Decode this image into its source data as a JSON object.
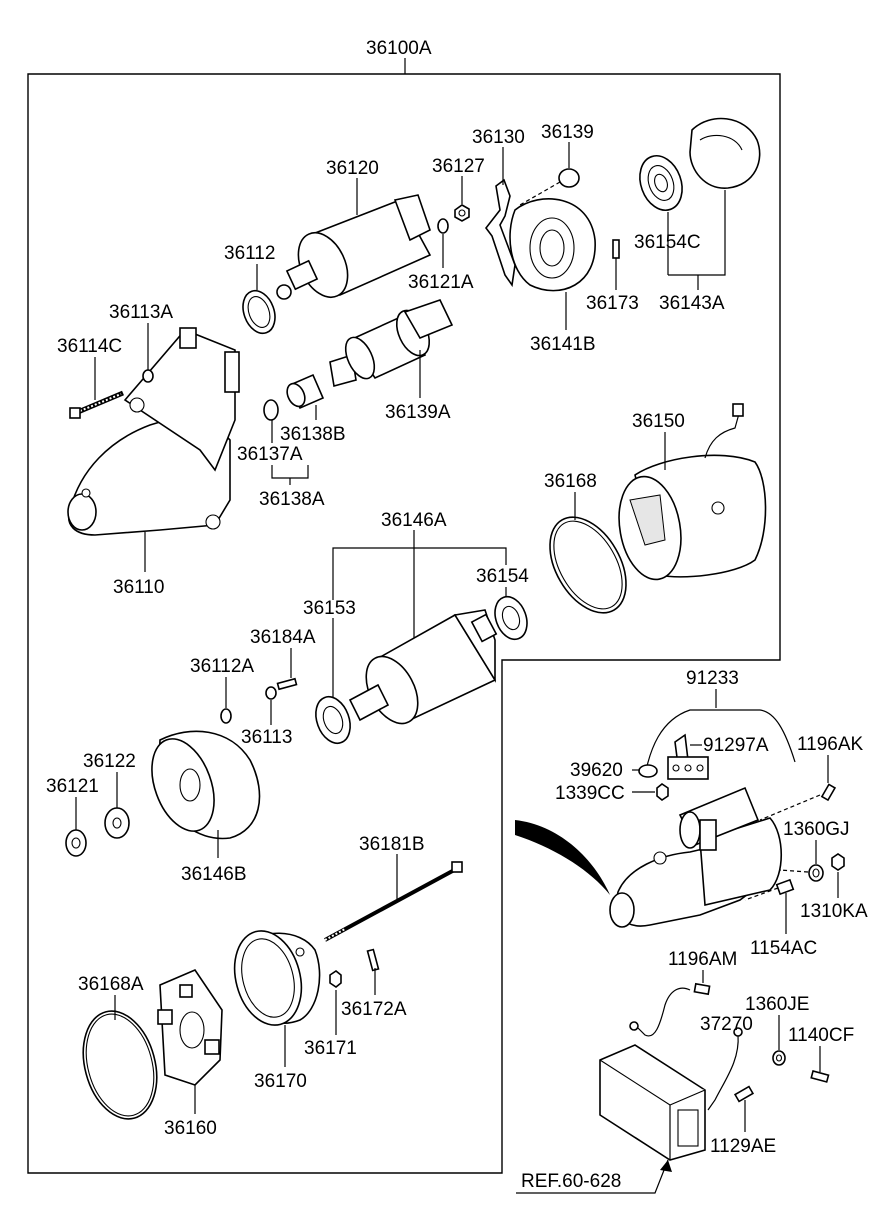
{
  "assembly": {
    "main": "36100A",
    "ref": "REF.60-628"
  },
  "labels": {
    "l36120": "36120",
    "l36127": "36127",
    "l36130": "36130",
    "l36139": "36139",
    "l36112": "36112",
    "l36121A": "36121A",
    "l36154C": "36154C",
    "l36173": "36173",
    "l36143A": "36143A",
    "l36141B": "36141B",
    "l36113A": "36113A",
    "l36114C": "36114C",
    "l36139A": "36139A",
    "l36138B": "36138B",
    "l36137A": "36137A",
    "l36138A": "36138A",
    "l36150": "36150",
    "l36168": "36168",
    "l36110": "36110",
    "l36146A": "36146A",
    "l36154": "36154",
    "l36153": "36153",
    "l36184A": "36184A",
    "l36112A": "36112A",
    "l36113": "36113",
    "l36122": "36122",
    "l36121": "36121",
    "l36146B": "36146B",
    "l36181B": "36181B",
    "l36168A": "36168A",
    "l36172A": "36172A",
    "l36171": "36171",
    "l36170": "36170",
    "l36160": "36160",
    "l91233": "91233",
    "l91297A": "91297A",
    "l1196AK": "1196AK",
    "l39620": "39620",
    "l1339CC": "1339CC",
    "l1360GJ": "1360GJ",
    "l1310KA": "1310KA",
    "l1154AC": "1154AC",
    "l1196AM": "1196AM",
    "l1360JE": "1360JE",
    "l37270": "37270",
    "l1140CF": "1140CF",
    "l1129AE": "1129AE"
  }
}
